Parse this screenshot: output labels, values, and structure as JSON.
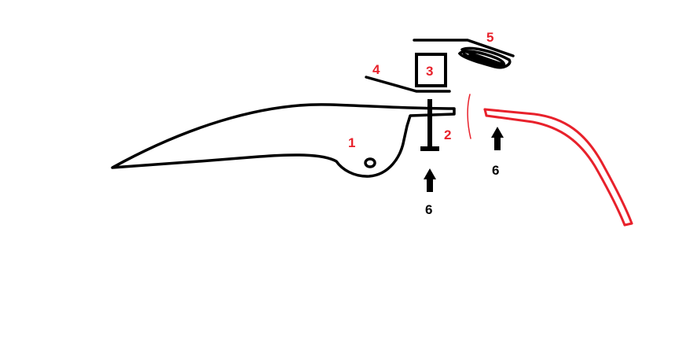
{
  "colors": {
    "background": "#ffffff",
    "ink": "#000000",
    "accent": "#e8212b"
  },
  "labels": {
    "part1": "1",
    "part2": "2",
    "part3": "3",
    "part4": "4",
    "part5": "5",
    "arrow_left": "6",
    "arrow_right": "6"
  }
}
